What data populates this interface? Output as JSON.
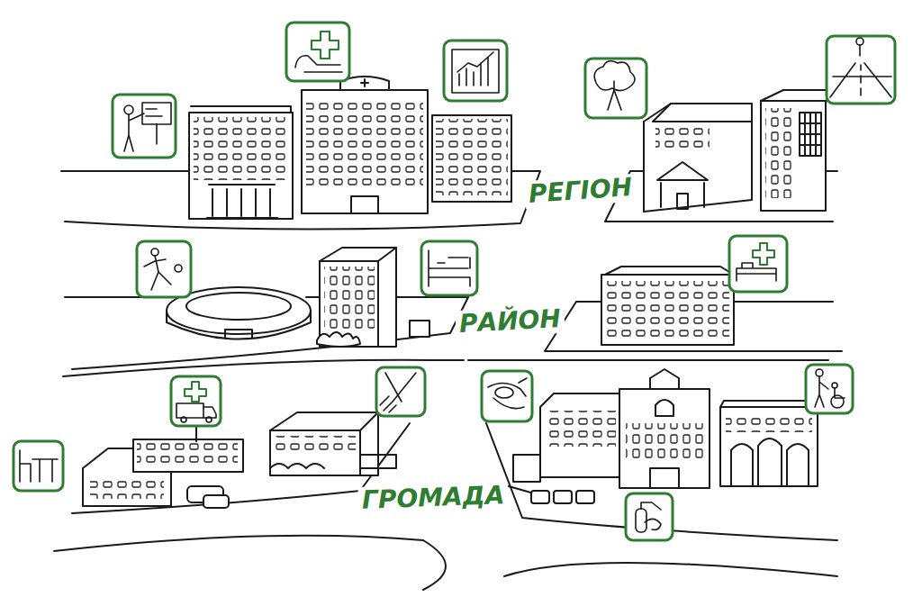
{
  "diagram": {
    "labels": [
      "РЕГІОН",
      "РАЙОН",
      "ГРОМАДА"
    ]
  }
}
